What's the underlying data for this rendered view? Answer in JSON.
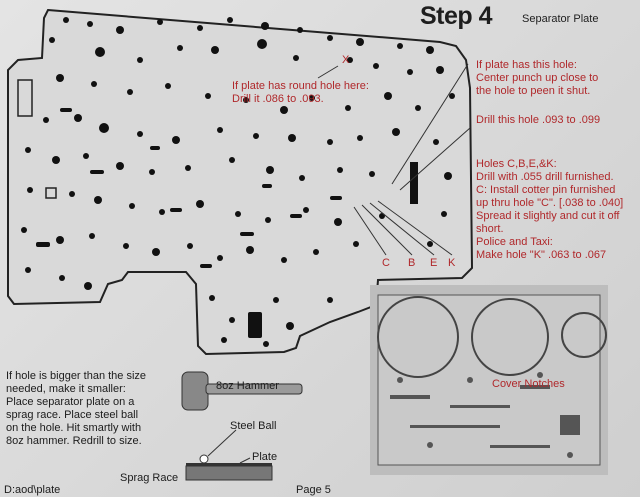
{
  "header": {
    "step_word": "Step",
    "step_number": "4",
    "subtitle": "Separator Plate"
  },
  "annotations": {
    "round_hole_marker": "X",
    "round_hole_line1": "If plate has round hole here:",
    "round_hole_line2": "Drill it .086 to .093.",
    "has_hole_line1": "If plate has this hole:",
    "has_hole_line2": "Center punch up close to",
    "has_hole_line3": "the hole to peen it shut.",
    "drill_hole": "Drill this hole .093 to .099",
    "holes_line1": "Holes C,B,E,&K:",
    "holes_line2": "Drill with .055 drill furnished.",
    "holes_line3": "C:  Install cotter pin furnished",
    "holes_line4": "up thru hole \"C\". [.038 to .040]",
    "holes_line5": "Spread it slightly and cut it off",
    "holes_line6": "short.",
    "police_line1": "Police and Taxi:",
    "police_line2": "Make hole \"K\" .063 to .067",
    "letters": [
      "C",
      "B",
      "E",
      "K"
    ]
  },
  "instructions": {
    "line1": "If hole is bigger than the size",
    "line2": "needed, make it smaller:",
    "line3": "Place separator plate on a",
    "line4": "sprag race. Place steel ball",
    "line5": "on the hole.  Hit smartly with",
    "line6": "8oz hammer.  Redrill to size."
  },
  "diagram_labels": {
    "hammer": "8oz Hammer",
    "steel_ball": "Steel Ball",
    "plate": "Plate",
    "sprag_race": "Sprag Race"
  },
  "photo": {
    "cover_notches": "Cover Notches"
  },
  "footer": {
    "path": "D:aod\\plate",
    "page": "Page 5"
  }
}
